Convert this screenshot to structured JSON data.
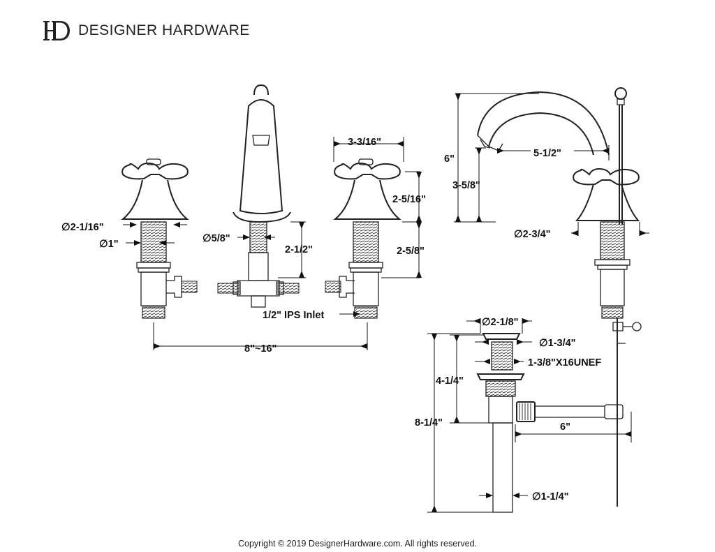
{
  "brand": {
    "logo_icon": "dh-monogram-icon",
    "name": "DESIGNER HARDWARE"
  },
  "dimensions": {
    "handle_base_dia": "∅2-1/16\"",
    "handle_stem_dia": "∅1\"",
    "spout_stem_dia": "∅5/8\"",
    "spout_stem_len": "2-1/2\"",
    "inlet": "1/2\" IPS Inlet",
    "spread": "8\"~16\"",
    "handle_width": "3-3/16\"",
    "handle_height": "2-5/16\"",
    "handle_stem_len": "2-5/8\"",
    "spout_total_height": "6\"",
    "spout_reach": "5-1/2\"",
    "spout_clearance": "3-5/8\"",
    "spout_base_dia": "∅2-3/4\"",
    "drain_flange_dia": "∅2-1/8\"",
    "drain_body_dia": "∅1-3/4\"",
    "drain_thread": "1-3/8\"X16UNEF",
    "drain_upper_len": "4-1/4\"",
    "drain_total_len": "8-1/4\"",
    "drain_rod_len": "6\"",
    "tailpiece_dia": "∅1-1/4\""
  },
  "footer": {
    "copyright": "Copyright © 2019 DesignerHardware.com. All rights reserved."
  }
}
